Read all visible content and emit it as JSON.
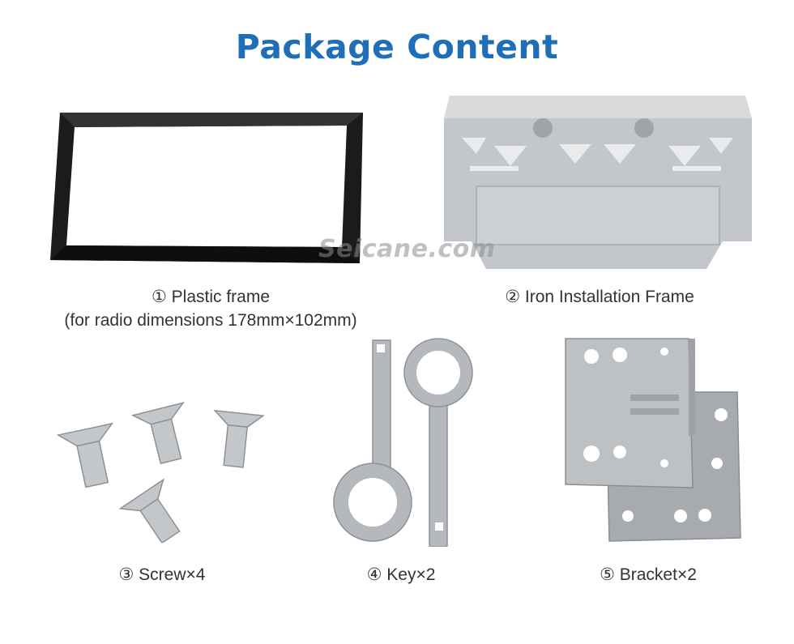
{
  "title": "Package Content",
  "watermark": "Seicane.com",
  "items": [
    {
      "label": "① Plastic frame",
      "sublabel": "(for radio dimensions 178mm×102mm)"
    },
    {
      "label": "② Iron Installation Frame"
    },
    {
      "label": "③ Screw×4"
    },
    {
      "label": "④ Key×2"
    },
    {
      "label": "⑤ Bracket×2"
    }
  ],
  "colors": {
    "title": "#1f6fb8",
    "caption": "#333333",
    "frame": "#1b1b1b",
    "metal": "#b9bcc0"
  }
}
